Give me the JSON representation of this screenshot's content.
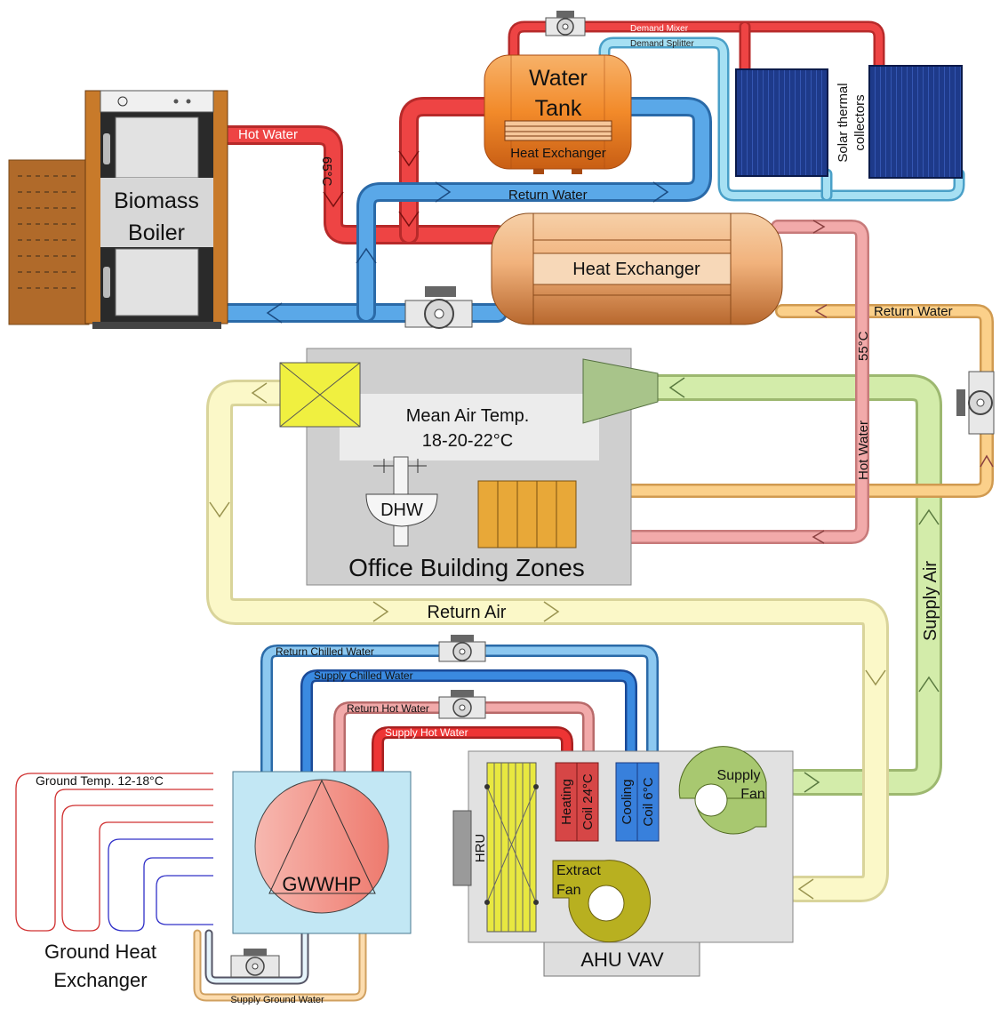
{
  "labels": {
    "water_tank_line1": "Water",
    "water_tank_line2": "Tank",
    "tank_heat_exchanger": "Heat Exchanger",
    "demand_mixer": "Demand Mixer",
    "demand_splitter": "Demand Splitter",
    "solar_collectors_line1": "Solar thermal",
    "solar_collectors_line2": "collectors",
    "boiler_line1": "Biomass",
    "boiler_line2": "Boiler",
    "hot_water_top": "Hot Water",
    "temp_65": "65°C",
    "return_water_top": "Return Water",
    "main_heat_exchanger": "Heat Exchanger",
    "return_water_right": "Return Water",
    "temp_55": "55°C",
    "hot_water_vertical": "Hot Water",
    "mean_air_line1": "Mean Air Temp.",
    "mean_air_line2": "18-20-22°C",
    "dhw": "DHW",
    "office_zones": "Office Building Zones",
    "return_air": "Return Air",
    "supply_air": "Supply Air",
    "return_chilled_water": "Return Chilled Water",
    "supply_chilled_water": "Supply Chilled Water",
    "return_hot_water": "Return Hot Water",
    "supply_hot_water": "Supply Hot Water",
    "ground_temp": "Ground Temp. 12-18°C",
    "ground_hx_line1": "Ground Heat",
    "ground_hx_line2": "Exchanger",
    "gwwhp": "GWWHP",
    "supply_ground_water": "Supply Ground Water",
    "heating_coil_line1": "Heating",
    "heating_coil_line2": "Coil 24°C",
    "cooling_coil_line1": "Cooling",
    "cooling_coil_line2": "Coil 6°C",
    "supply_fan_line1": "Supply",
    "supply_fan_line2": "Fan",
    "extract_fan_line1": "Extract",
    "extract_fan_line2": "Fan",
    "hru": "HRU",
    "ahu_vav": "AHU VAV"
  },
  "colors": {
    "hot_pipe": "#e83a3a",
    "cold_pipe": "#3f8fd8",
    "light_blue_pipe": "#8fd3ec",
    "pink_pipe": "#ec9a9a",
    "orange_pipe": "#f6bf6e",
    "supply_air_pipe": "#c9e39a",
    "return_air_pipe": "#f6f3b0",
    "boiler_body": "#c97a2a",
    "tank_orange": "#f08a2a",
    "hx_copper": "#e8a068",
    "office_gray": "#cfcfcf",
    "ahu_gray": "#dedede",
    "hrv_yellow": "#e8e84a",
    "coil_red": "#d84a4a",
    "coil_blue": "#3a82d8",
    "fan_green": "#9cc05a",
    "extract_olive": "#b8b020",
    "gwwhp_blue": "#bfe6f2"
  }
}
